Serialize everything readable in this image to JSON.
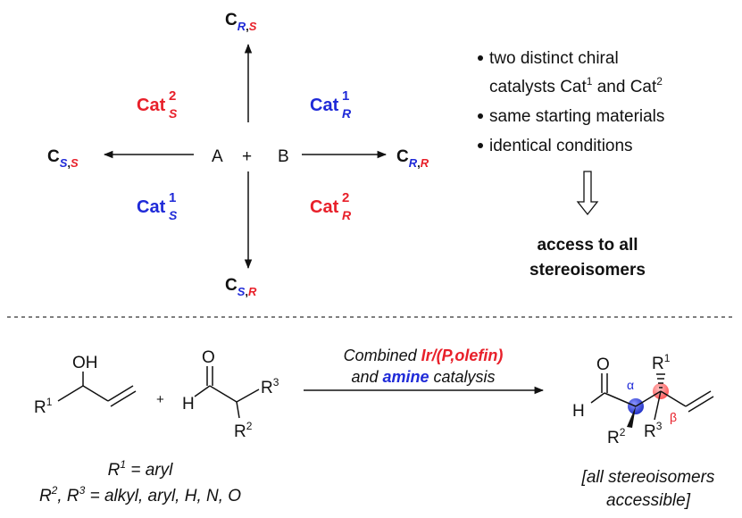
{
  "colors": {
    "red": "#e8202a",
    "blue": "#1f2ad8",
    "black": "#111111",
    "alpha_ball": "#3344cc",
    "beta_ball": "#ff6b6b"
  },
  "top": {
    "center": {
      "a": "A",
      "plus": "+",
      "b": "B"
    },
    "products": {
      "top": {
        "c": "C",
        "s1": "R",
        "comma": ",",
        "s2": "S"
      },
      "left": {
        "c": "C",
        "s1": "S",
        "comma": ",",
        "s2": "S"
      },
      "right": {
        "c": "C",
        "s1": "R",
        "comma": ",",
        "s2": "R"
      },
      "bottom": {
        "c": "C",
        "s1": "S",
        "comma": ",",
        "s2": "R"
      }
    },
    "catalysts": {
      "ul": {
        "cat": "Cat",
        "sup": "2",
        "sub": "S"
      },
      "ur": {
        "cat": "Cat",
        "sup": "1",
        "sub": "R"
      },
      "ll": {
        "cat": "Cat",
        "sup": "1",
        "sub": "S"
      },
      "lr": {
        "cat": "Cat",
        "sup": "2",
        "sub": "R"
      }
    },
    "bullets": {
      "b1_line1": "two distinct chiral",
      "b1_line2_a": "catalysts Cat",
      "b1_line2_sup1": "1",
      "b1_line2_b": " and Cat",
      "b1_line2_sup2": "2",
      "b2": "same starting materials",
      "b3": "identical conditions"
    },
    "conclusion": {
      "line1": "access to all",
      "line2": "stereoisomers"
    }
  },
  "bottom": {
    "reactant1": {
      "oh": "OH",
      "r": "R",
      "r_sup": "1"
    },
    "plus": "+",
    "reactant2": {
      "o": "O",
      "h": "H",
      "r3": "R",
      "r3_sup": "3",
      "r2": "R",
      "r2_sup": "2"
    },
    "arrow_label": {
      "line1_a": "Combined ",
      "line1_b": "Ir/(P,olefin)",
      "line2_a": "and ",
      "line2_b": "amine",
      "line2_c": " catalysis"
    },
    "product": {
      "o": "O",
      "h": "H",
      "alpha": "α",
      "beta": "β",
      "r1": "R",
      "r1_sup": "1",
      "r2": "R",
      "r2_sup": "2",
      "r3": "R",
      "r3_sup": "3"
    },
    "caption_left": {
      "l1_r": "R",
      "l1_sup": "1",
      "l1_rest": " = aryl",
      "l2_r2": "R",
      "l2_sup2": "2",
      "l2_mid": ", R",
      "l2_sup3": "3",
      "l2_rest": " = alkyl, aryl, H, N, O"
    },
    "caption_right": {
      "line1": "[all stereoisomers",
      "line2": "accessible]"
    }
  }
}
